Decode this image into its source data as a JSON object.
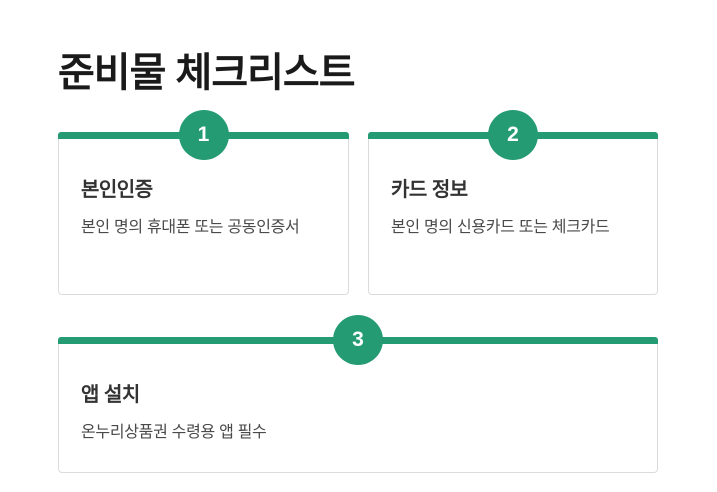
{
  "page": {
    "title": "준비물 체크리스트"
  },
  "theme": {
    "accent_green": "#249b73",
    "card_border_color": "#dbdbdb",
    "title_color": "#1a1a1a",
    "heading_color": "#333333",
    "body_color": "#4a4a4a"
  },
  "checklist": {
    "items": [
      {
        "number": "1",
        "title": "본인인증",
        "description": "본인 명의 휴대폰 또는 공동인증서"
      },
      {
        "number": "2",
        "title": "카드 정보",
        "description": "본인 명의 신용카드 또는 체크카드"
      },
      {
        "number": "3",
        "title": "앱 설치",
        "description": "온누리상품권 수령용 앱 필수"
      }
    ]
  }
}
